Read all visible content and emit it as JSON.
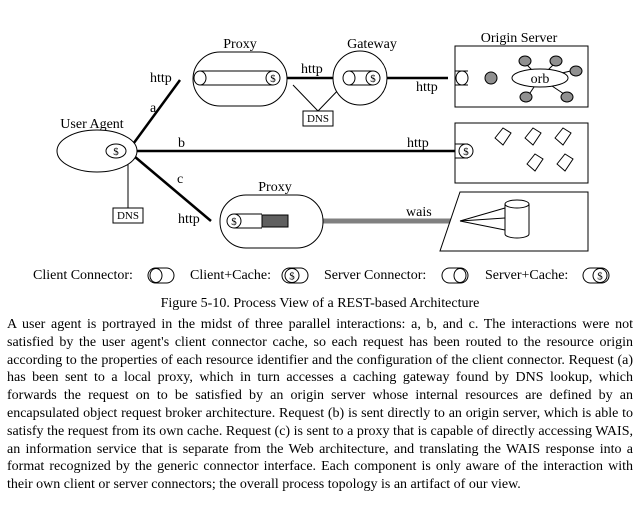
{
  "diagram": {
    "labels": {
      "proxy_top": "Proxy",
      "gateway": "Gateway",
      "origin_server": "Origin Server",
      "user_agent": "User Agent",
      "proxy_bottom": "Proxy",
      "orb": "orb",
      "dns_left": "DNS",
      "dns_top": "DNS",
      "path_a": "a",
      "path_b": "b",
      "path_c": "c",
      "http_a": "http",
      "http_proxy_gateway": "http",
      "http_gateway_origin": "http",
      "http_b": "http",
      "http_c": "http",
      "wais": "wais",
      "cache_symbol": "$"
    },
    "legend": {
      "client_connector": "Client Connector:",
      "client_cache": "Client+Cache:",
      "server_connector": "Server Connector:",
      "server_cache": "Server+Cache:"
    }
  },
  "caption": "Figure 5-10. Process View of a REST-based Architecture",
  "body_text": "A user agent is portrayed in the midst of three parallel interactions: a, b, and c. The interactions were not satisfied by the user agent's client connector cache, so each request has been routed to the resource origin according to the properties of each resource identifier and the configuration of the client connector. Request (a) has been sent to a local proxy, which in turn accesses a caching gateway found by DNS lookup, which forwards the request on to be satisfied by an origin server whose internal resources are defined by an encapsulated object request broker architecture. Request (b) is sent directly to an origin server, which is able to satisfy the request from its own cache. Request (c) is sent to a proxy that is capable of directly accessing WAIS, an information service that is separate from the Web architecture, and translating the WAIS response into a format recognized by the generic connector interface. Each component is only aware of the interaction with their own client or server connectors; the overall process topology is an artifact of our view."
}
